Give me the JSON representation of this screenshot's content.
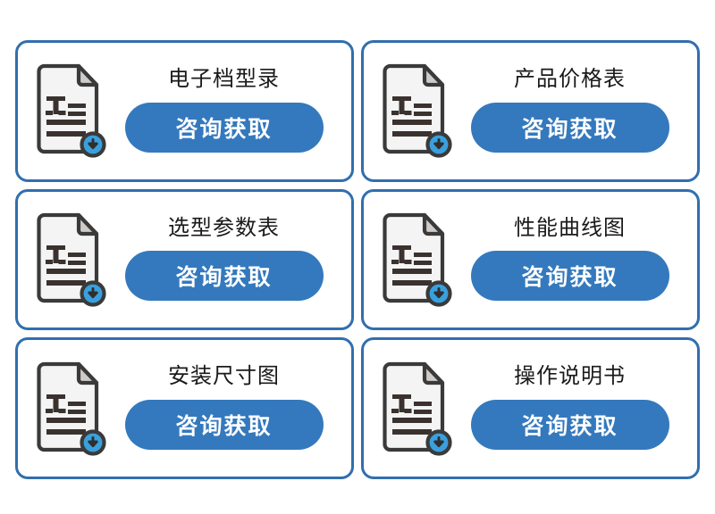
{
  "page": {
    "background_color": "#ffffff",
    "card_border_color": "#316fae",
    "button_color": "#3479bd",
    "button_text_color": "#ffffff",
    "title_color": "#1a1a1a",
    "badge_color": "#3aa0dd",
    "icon_outline_color": "#3a3a3a",
    "icon_page_color": "#f4f4f4",
    "icon_fold_color": "#cfcbc9",
    "icon_text_color": "#3a322f"
  },
  "cards": [
    {
      "title": "电子档型录",
      "button_label": "咨询获取",
      "icon": "document-download-icon"
    },
    {
      "title": "产品价格表",
      "button_label": "咨询获取",
      "icon": "document-download-icon"
    },
    {
      "title": "选型参数表",
      "button_label": "咨询获取",
      "icon": "document-download-icon"
    },
    {
      "title": "性能曲线图",
      "button_label": "咨询获取",
      "icon": "document-download-icon"
    },
    {
      "title": "安装尺寸图",
      "button_label": "咨询获取",
      "icon": "document-download-icon"
    },
    {
      "title": "操作说明书",
      "button_label": "咨询获取",
      "icon": "document-download-icon"
    }
  ]
}
